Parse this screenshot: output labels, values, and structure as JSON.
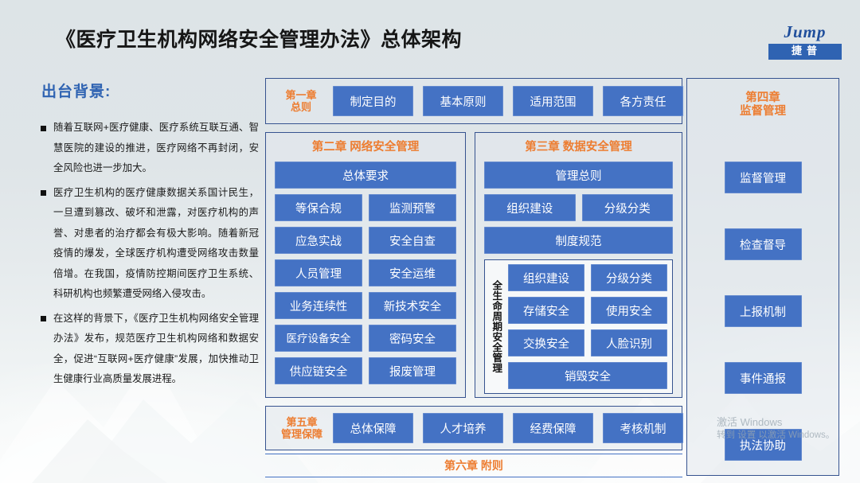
{
  "header": {
    "title": "《医疗卫生机构网络安全管理办法》总体架构",
    "logo_word": "Jump",
    "logo_cn": "捷普"
  },
  "background_section": {
    "heading": "出台背景:",
    "bullets": [
      "随着互联网+医疗健康、医疗系统互联互通、智慧医院的建设的推进，医疗网络不再封闭，安全风险也进一步加大。",
      "医疗卫生机构的医疗健康数据关系国计民生，一旦遭到篡改、破坏和泄露，对医疗机构的声誉、对患者的治疗都会有极大影响。随着新冠疫情的爆发，全球医疗机构遭受网络攻击数量倍增。在我国，疫情防控期间医疗卫生系统、科研机构也频繁遭受网络入侵攻击。",
      "在这样的背景下，《医疗卫生机构网络安全管理办法》发布，规范医疗卫生机构网络和数据安全，促进“互联网+医疗健康”发展，加快推动卫生健康行业高质量发展进程。"
    ]
  },
  "chapter1": {
    "title": "第一章\n总则",
    "title_line1": "第一章",
    "title_line2": "总则",
    "items": [
      "制定目的",
      "基本原则",
      "适用范围",
      "各方责任"
    ]
  },
  "chapter2": {
    "title": "第二章 网络安全管理",
    "header_item": "总体要求",
    "rows": [
      [
        "等保合规",
        "监测预警"
      ],
      [
        "应急实战",
        "安全自查"
      ],
      [
        "人员管理",
        "安全运维"
      ],
      [
        "业务连续性",
        "新技术安全"
      ],
      [
        "医疗设备安全",
        "密码安全"
      ],
      [
        "供应链安全",
        "报废管理"
      ]
    ]
  },
  "chapter3": {
    "title": "第三章 数据安全管理",
    "header_item": "管理总则",
    "top_pair": [
      "组织建设",
      "分级分类"
    ],
    "standards_item": "制度规范",
    "lifecycle": {
      "label": "全生命周期安全管理",
      "rows": [
        [
          "组织建设",
          "分级分类"
        ],
        [
          "存储安全",
          "使用安全"
        ],
        [
          "交换安全",
          "人脸识别"
        ]
      ],
      "full_item": "销毁安全"
    }
  },
  "chapter4": {
    "title_line1": "第四章",
    "title_line2": "监督管理",
    "items": [
      "监督管理",
      "检查督导",
      "上报机制",
      "事件通报",
      "执法协助"
    ]
  },
  "chapter5": {
    "title_line1": "第五章",
    "title_line2": "管理保障",
    "items": [
      "总体保障",
      "人才培养",
      "经费保障",
      "考核机制"
    ]
  },
  "chapter6": {
    "title": "第六章 附则"
  },
  "watermark": {
    "line1": "激活 Windows",
    "line2": "转到 设置 以激活 Windows。"
  },
  "colors": {
    "button_blue": "#4472C4",
    "chapter_orange": "#ED7D31",
    "panel_border": "#36538F",
    "heading_blue": "#2F63B2",
    "background": "#DFE5E8"
  }
}
